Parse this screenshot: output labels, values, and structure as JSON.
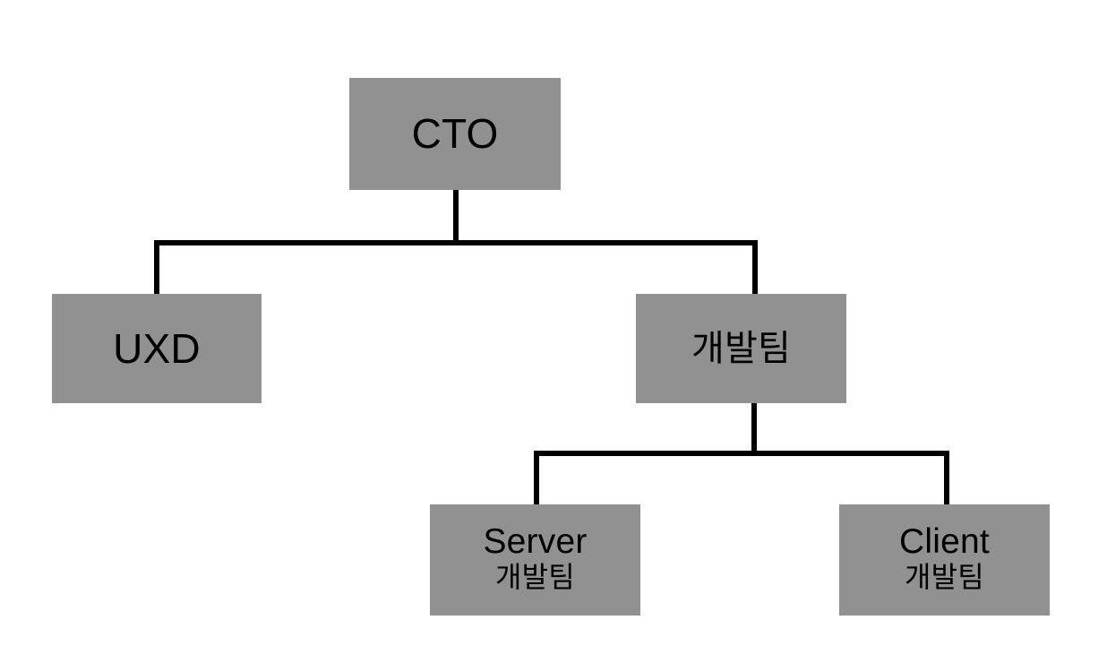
{
  "diagram": {
    "type": "org-chart",
    "title": "",
    "background_color": "#ffffff",
    "node_fill_color": "#919191",
    "connector_color": "#000000",
    "text_color": "#000000",
    "nodes": {
      "cto": {
        "label": "CTO",
        "sublabel": ""
      },
      "uxd": {
        "label": "UXD",
        "sublabel": ""
      },
      "devteam": {
        "label": "개발팀",
        "sublabel": ""
      },
      "server": {
        "label": "Server",
        "sublabel": "개발팀"
      },
      "client": {
        "label": "Client",
        "sublabel": "개발팀"
      }
    },
    "edges": [
      {
        "from": "cto",
        "to": "uxd"
      },
      {
        "from": "cto",
        "to": "devteam"
      },
      {
        "from": "devteam",
        "to": "server"
      },
      {
        "from": "devteam",
        "to": "client"
      }
    ]
  }
}
